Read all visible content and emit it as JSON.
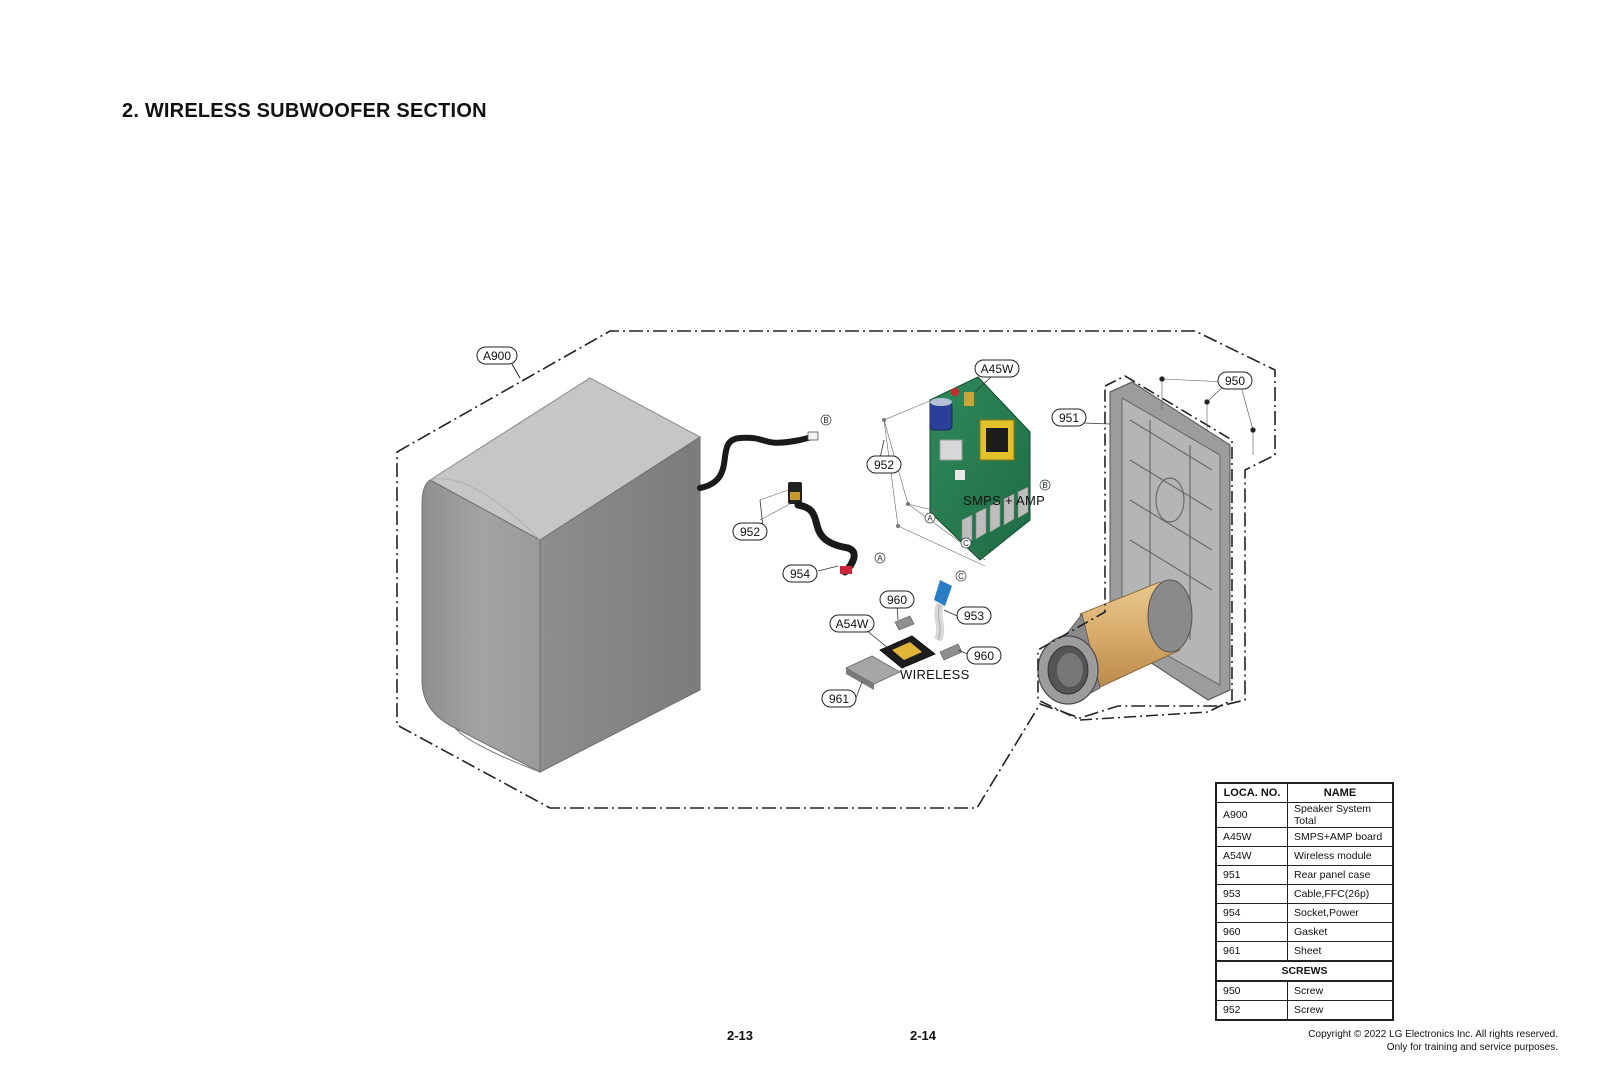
{
  "section_title": "2. WIRELESS SUBWOOFER SECTION",
  "callouts": {
    "a900": "A900",
    "a45w": "A45W",
    "a54w": "A54W",
    "c950": "950",
    "c951": "951",
    "c952a": "952",
    "c952b": "952",
    "c953": "953",
    "c954": "954",
    "c960a": "960",
    "c960b": "960",
    "c961": "961"
  },
  "board_labels": {
    "smps_amp": "SMPS + AMP",
    "wireless": "WIRELESS"
  },
  "ref_markers": {
    "a": "A",
    "b": "B",
    "c": "C"
  },
  "parts_table": {
    "headers": [
      "LOCA. NO.",
      "NAME"
    ],
    "rows": [
      [
        "A900",
        "Speaker System Total"
      ],
      [
        "A45W",
        "SMPS+AMP board"
      ],
      [
        "A54W",
        "Wireless module"
      ],
      [
        "951",
        "Rear panel case"
      ],
      [
        "953",
        "Cable,FFC(26p)"
      ],
      [
        "954",
        "Socket,Power"
      ],
      [
        "960",
        "Gasket"
      ],
      [
        "961",
        "Sheet"
      ]
    ],
    "screws_header": "SCREWS",
    "screw_rows": [
      [
        "950",
        "Screw"
      ],
      [
        "952",
        "Screw"
      ]
    ]
  },
  "page_numbers": {
    "left": "2-13",
    "right": "2-14"
  },
  "copyright": {
    "line1": "Copyright © 2022 LG Electronics Inc. All rights reserved.",
    "line2": "Only for training and service purposes."
  }
}
